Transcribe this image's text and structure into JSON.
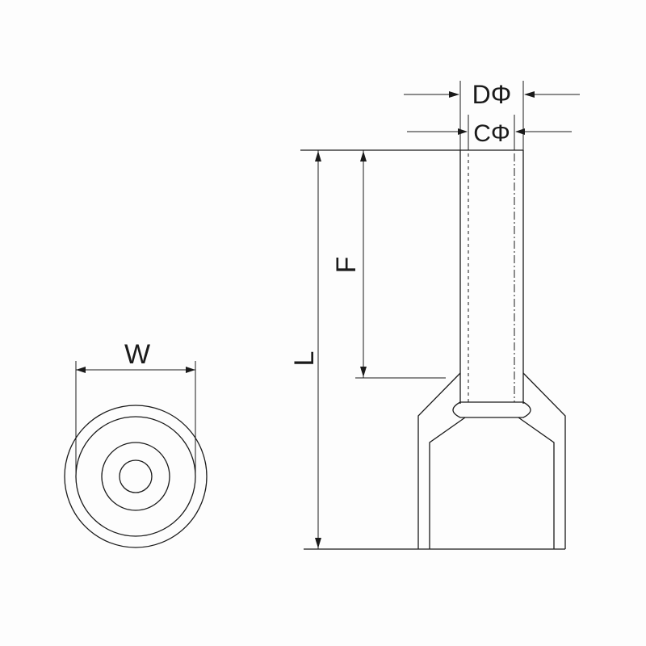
{
  "labels": {
    "outer_diameter": "DΦ",
    "inner_diameter": "CΦ",
    "total_length": "L",
    "tube_length": "F",
    "width": "W"
  }
}
